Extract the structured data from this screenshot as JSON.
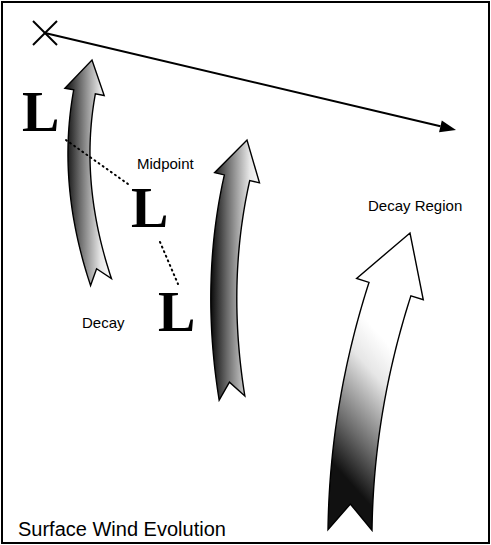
{
  "diagram": {
    "title": "Surface Wind Evolution",
    "labels": [
      "L",
      "Midpoint",
      "L",
      "Decay",
      "L",
      "Decay Region"
    ]
  }
}
